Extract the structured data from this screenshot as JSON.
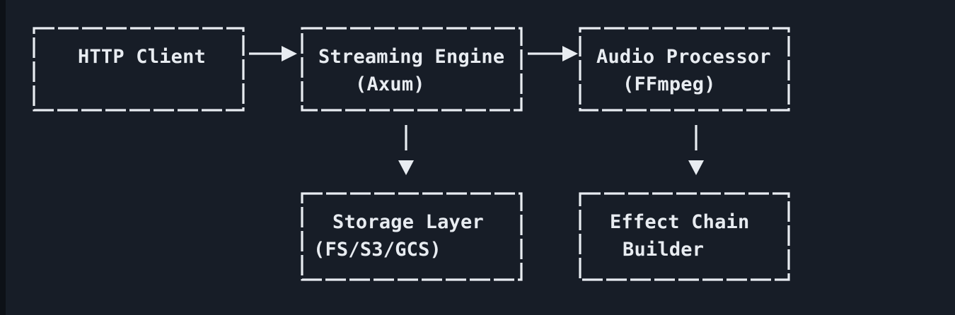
{
  "page": {
    "background_color": "#171d27",
    "left_edge_strip_color": "#0d1117",
    "foreground_color": "#e8ecf1"
  },
  "diagram": {
    "type": "flowchart",
    "style": "ascii-terminal-dashed-boxes",
    "nodes": [
      {
        "name": "http-client",
        "lines": [
          "HTTP Client"
        ]
      },
      {
        "name": "streaming-engine",
        "lines": [
          "Streaming Engine",
          "(Axum)"
        ]
      },
      {
        "name": "audio-processor",
        "lines": [
          "Audio Processor",
          "(FFmpeg)"
        ]
      },
      {
        "name": "storage-layer",
        "lines": [
          "Storage Layer",
          "(FS/S3/GCS)"
        ]
      },
      {
        "name": "effect-chain-builder",
        "lines": [
          "Effect Chain",
          "Builder"
        ]
      }
    ],
    "edges": [
      {
        "from": "http-client",
        "to": "streaming-engine",
        "direction": "right"
      },
      {
        "from": "streaming-engine",
        "to": "audio-processor",
        "direction": "right"
      },
      {
        "from": "streaming-engine",
        "to": "storage-layer",
        "direction": "down"
      },
      {
        "from": "audio-processor",
        "to": "effect-chain-builder",
        "direction": "down"
      }
    ]
  }
}
